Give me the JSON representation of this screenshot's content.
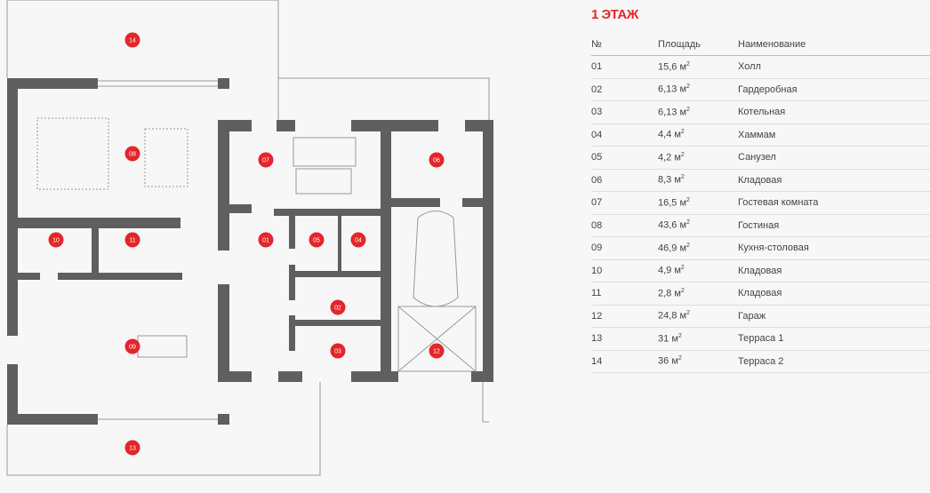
{
  "floor_title": "1 ЭТАЖ",
  "table": {
    "headers": {
      "number": "№",
      "area": "Площадь",
      "name": "Наименование"
    },
    "unit": "м",
    "unit_sup": "2",
    "rows": [
      {
        "number": "01",
        "area": "15,6",
        "name": "Холл"
      },
      {
        "number": "02",
        "area": "6,13",
        "name": "Гардеробная"
      },
      {
        "number": "03",
        "area": "6,13",
        "name": "Котельная"
      },
      {
        "number": "04",
        "area": "4,4",
        "name": "Хаммам"
      },
      {
        "number": "05",
        "area": "4,2",
        "name": "Санузел"
      },
      {
        "number": "06",
        "area": "8,3",
        "name": "Кладовая"
      },
      {
        "number": "07",
        "area": "16,5",
        "name": "Гостевая комната"
      },
      {
        "number": "08",
        "area": "43,6",
        "name": "Гостиная"
      },
      {
        "number": "09",
        "area": "46,9",
        "name": "Кухня-столовая"
      },
      {
        "number": "10",
        "area": "4,9",
        "name": "Кладовая"
      },
      {
        "number": "11",
        "area": "2,8",
        "name": "Кладовая"
      },
      {
        "number": "12",
        "area": "24,8",
        "name": "Гараж"
      },
      {
        "number": "13",
        "area": "31",
        "name": "Терраса 1"
      },
      {
        "number": "14",
        "area": "36",
        "name": "Терраса 2"
      }
    ]
  },
  "plan": {
    "markers": [
      "14",
      "08",
      "07",
      "06",
      "10",
      "11",
      "01",
      "05",
      "04",
      "02",
      "09",
      "03",
      "12",
      "13"
    ]
  },
  "colors": {
    "accent": "#e3262b",
    "wall": "#5f5f5f"
  }
}
